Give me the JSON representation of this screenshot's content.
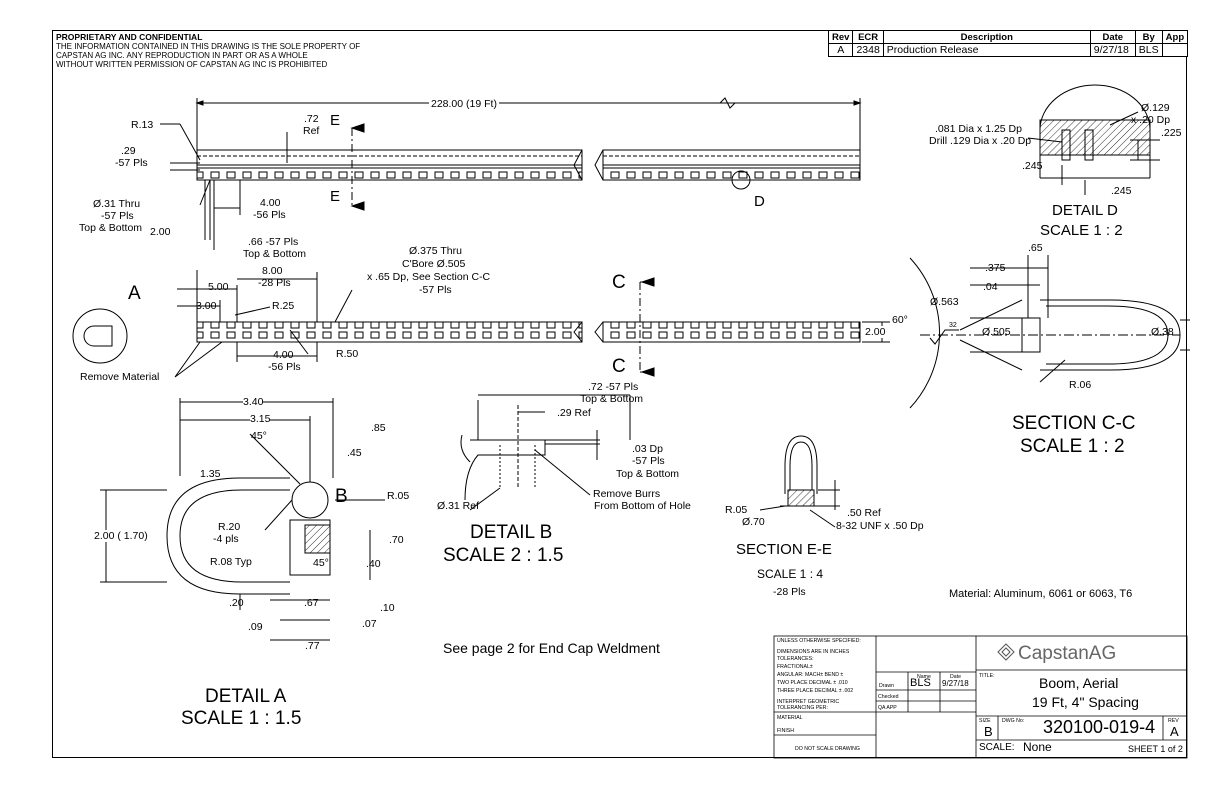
{
  "proprietary": {
    "heading": "PROPRIETARY AND CONFIDENTIAL",
    "line1": "THE INFORMATION CONTAINED IN THIS DRAWING IS THE SOLE PROPERTY OF",
    "line2": "CAPSTAN AG INC. ANY REPRODUCTION IN PART OR AS A WHOLE",
    "line3": "WITHOUT WRITTEN PERMISSION OF CAPSTAN AG INC IS PROHIBITED"
  },
  "revision_table": {
    "headers": [
      "Rev",
      "ECR",
      "Description",
      "Date",
      "By",
      "App"
    ],
    "rows": [
      [
        "A",
        "2348",
        "Production Release",
        "9/27/18",
        "BLS",
        ""
      ]
    ]
  },
  "top_view": {
    "overall_length": "228.00 (19 Ft)",
    "r13": "R.13",
    "ref72": ".72",
    "ref72b": "Ref",
    "dim29": ".29",
    "dim29b": "-57 Pls",
    "hole31a": "Ø.31 Thru",
    "hole31b": "-57 Pls",
    "hole31c": "Top & Bottom",
    "dim200": "2.00",
    "dim400": "4.00",
    "dim400b": "-56 Pls",
    "dim66": ".66 -57 Pls",
    "dim66b": "Top & Bottom",
    "section_e1": "E",
    "section_e2": "E",
    "detail_d": "D"
  },
  "front_view": {
    "label_a": "A",
    "dim500": "5.00",
    "dim800": "8.00",
    "dim800b": "-28 Pls",
    "dim300": "3.00",
    "r25": "R.25",
    "cb1": "Ø.375 Thru",
    "cb2": "C'Bore  Ø.505",
    "cb3": "x .65 Dp, See Section C-C",
    "cb4": "-57 Pls",
    "dim400": "4.00",
    "dim400b": "-56 Pls",
    "r50": "R.50",
    "dim200": "2.00",
    "section_c1": "C",
    "section_c2": "C",
    "remove_material": "Remove Material"
  },
  "detail_d": {
    "n1": ".081 Dia x 1.25 Dp",
    "n2": "Drill .129 Dia x .20 Dp",
    "n3": "Ø.129",
    "n4": "x .20 Dp",
    "d225": ".225",
    "d245a": ".245",
    "d245b": ".245",
    "title": "DETAIL D",
    "scale": "SCALE 1 : 2"
  },
  "section_cc": {
    "d65": ".65",
    "d375": ".375",
    "d04": ".04",
    "d563": "Ø.563",
    "angle": "60°",
    "finish": "32",
    "d505": "Ø.505",
    "d38": "Ø.38",
    "r06": "R.06",
    "title": "SECTION C-C",
    "scale": "SCALE 1 : 2"
  },
  "detail_a": {
    "d340": "3.40",
    "d315": "3.15",
    "d85": ".85",
    "a45": "45°",
    "d45": ".45",
    "d135": "1.35",
    "label_b": "B",
    "r05": "R.05",
    "r20": "R.20",
    "r20b": "-4 pls",
    "d200": "2.00 ( 1.70)",
    "d70": ".70",
    "r08": "R.08 Typ",
    "a45b": "45°",
    "d40": ".40",
    "d20": ".20",
    "d67": ".67",
    "d10": ".10",
    "d09": ".09",
    "d07": ".07",
    "d77": ".77",
    "title": "DETAIL A",
    "scale": "SCALE 1 : 1.5"
  },
  "detail_b": {
    "d72": ".72 -57 Pls",
    "d72b": "Top & Bottom",
    "d29": ".29 Ref",
    "d03": ".03 Dp",
    "d03b": "-57 Pls",
    "d03c": "Top & Bottom",
    "d31": "Ø.31 Ref",
    "burr1": "Remove Burrs",
    "burr2": "From Bottom of Hole",
    "title": "DETAIL B",
    "scale": "SCALE 2 : 1.5"
  },
  "section_ee": {
    "r05": "R.05",
    "d70": "Ø.70",
    "d50": ".50 Ref",
    "thread": "8-32 UNF x .50 Dp",
    "title": "SECTION E-E",
    "scale": "SCALE  1 : 4",
    "qty": "-28 Pls"
  },
  "notes": {
    "material": "Material: Aluminum, 6061 or 6063, T6",
    "see_page": "See page 2 for End Cap Weldment"
  },
  "title_block": {
    "unless": "UNLESS OTHERWISE SPECIFIED:",
    "dims": "DIMENSIONS ARE IN INCHES",
    "tol": "TOLERANCES:",
    "frac": "FRACTIONAL±",
    "ang": "ANGULAR: MACH±   BEND ±",
    "two": "TWO PLACE DECIMAL   ± .010",
    "three": "THREE PLACE DECIMAL   ± .002",
    "interp": "INTERPRET GEOMETRIC",
    "tolper": "TOLERANCING PER:",
    "material": "MATERIAL",
    "finish": "FINISH",
    "noscale": "DO NOT SCALE DRAWING",
    "name_h": "Name",
    "date_h": "Date",
    "drawn": "Drawn",
    "drawn_name": "BLS",
    "drawn_date": "9/27/18",
    "checked": "Checked",
    "qa": "QA APP",
    "company": "CapstanAG",
    "title_h": "TITLE:",
    "title1": "Boom, Aerial",
    "title2": "19 Ft, 4\" Spacing",
    "size_h": "SIZE",
    "size": "B",
    "dwg_h": "DWG  No:",
    "dwg": "320100-019-4",
    "rev_h": "REV",
    "rev": "A",
    "scale_h": "SCALE:",
    "scale": "None",
    "sheet": "SHEET 1 of 2"
  }
}
